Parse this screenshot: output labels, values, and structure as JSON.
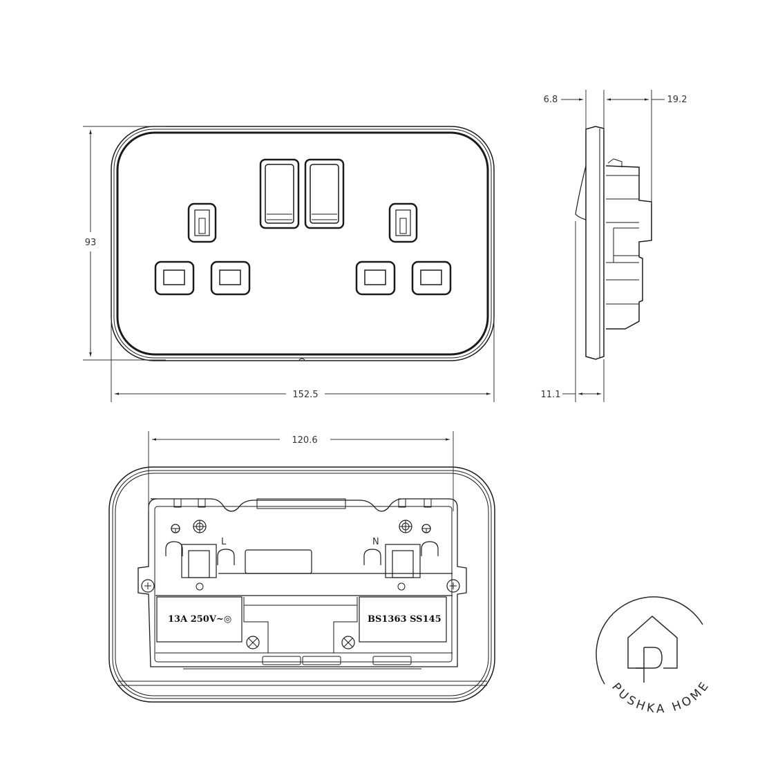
{
  "drawing": {
    "title": "Double switched socket technical drawing",
    "colors": {
      "line": "#1a1a1a",
      "thin_line": "#444444",
      "background": "#ffffff"
    }
  },
  "front_view": {
    "width_dimension": "152.5",
    "height_dimension": "93"
  },
  "side_view": {
    "plate_depth_dimension": "6.8",
    "back_depth_dimension": "19.2",
    "bottom_depth_dimension": "11.1"
  },
  "rear_view": {
    "width_dimension": "120.6",
    "terminal_live_label": "L",
    "terminal_neutral_label": "N",
    "rating_label": "13A 250V~◎",
    "standard_label": "BS1363 SS145"
  },
  "logo": {
    "brand_text": "PUSHKA HOME",
    "icon": "house-p-icon"
  }
}
